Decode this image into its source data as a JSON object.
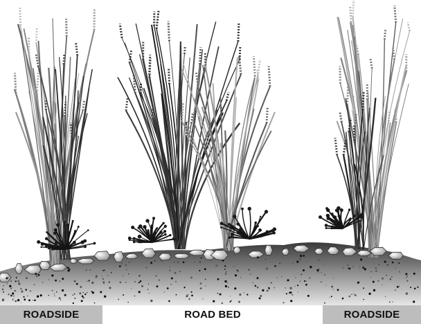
{
  "labels": {
    "left": "ROADSIDE",
    "center": "ROAD BED",
    "right": "ROADSIDE"
  },
  "colors": {
    "grass_dark": "#1a1a1a",
    "grass_light": "#9a9a9a",
    "soil": "#2b2b2b",
    "rock_fill": "#dddddd",
    "label_band": "#bdbdbd"
  },
  "icons": {
    "tall-grass": "grass-clump-icon",
    "shrub": "shrub-icon",
    "rock": "rock-icon"
  }
}
